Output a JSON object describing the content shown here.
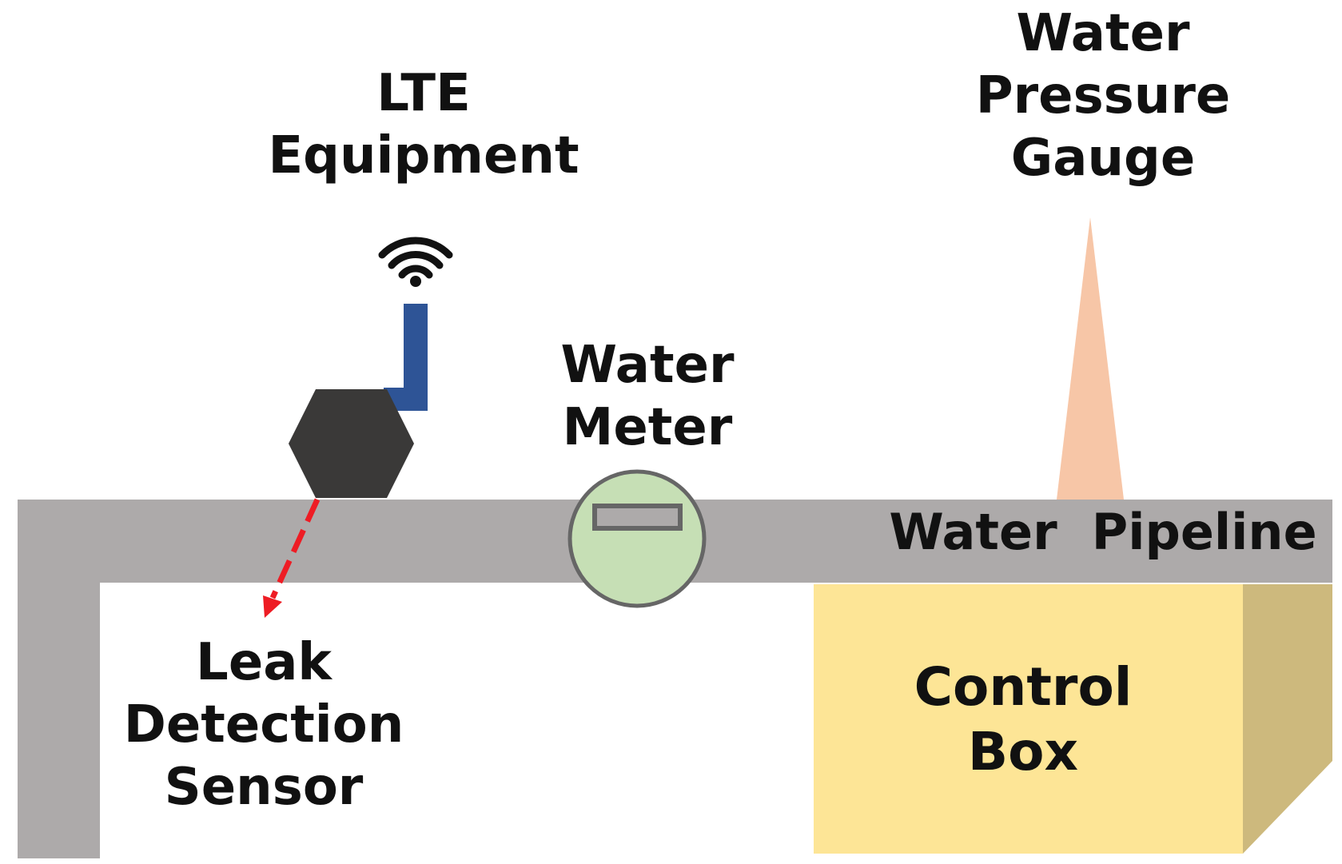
{
  "colors": {
    "pipe": "#adaaaa",
    "hex_sensor": "#3a3938",
    "antenna": "#2e5496",
    "meter_face": "#c6dfb5",
    "meter_outline": "#666666",
    "gauge": "#f7c6a7",
    "control_box_front": "#fde596",
    "control_box_side": "#cdb97d",
    "leak_arrow": "#ee1c24",
    "text": "#111111"
  },
  "icons": {
    "wifi": "wifi-icon"
  },
  "labels": {
    "lte": [
      "LTE",
      "Equipment"
    ],
    "pressure_gauge": [
      "Water",
      "Pressure",
      "Gauge"
    ],
    "water_meter": [
      "Water",
      "Meter"
    ],
    "pipeline": "Water  Pipeline",
    "leak_sensor": [
      "Leak",
      "Detection",
      "Sensor"
    ],
    "control_box": [
      "Control",
      "Box"
    ]
  }
}
